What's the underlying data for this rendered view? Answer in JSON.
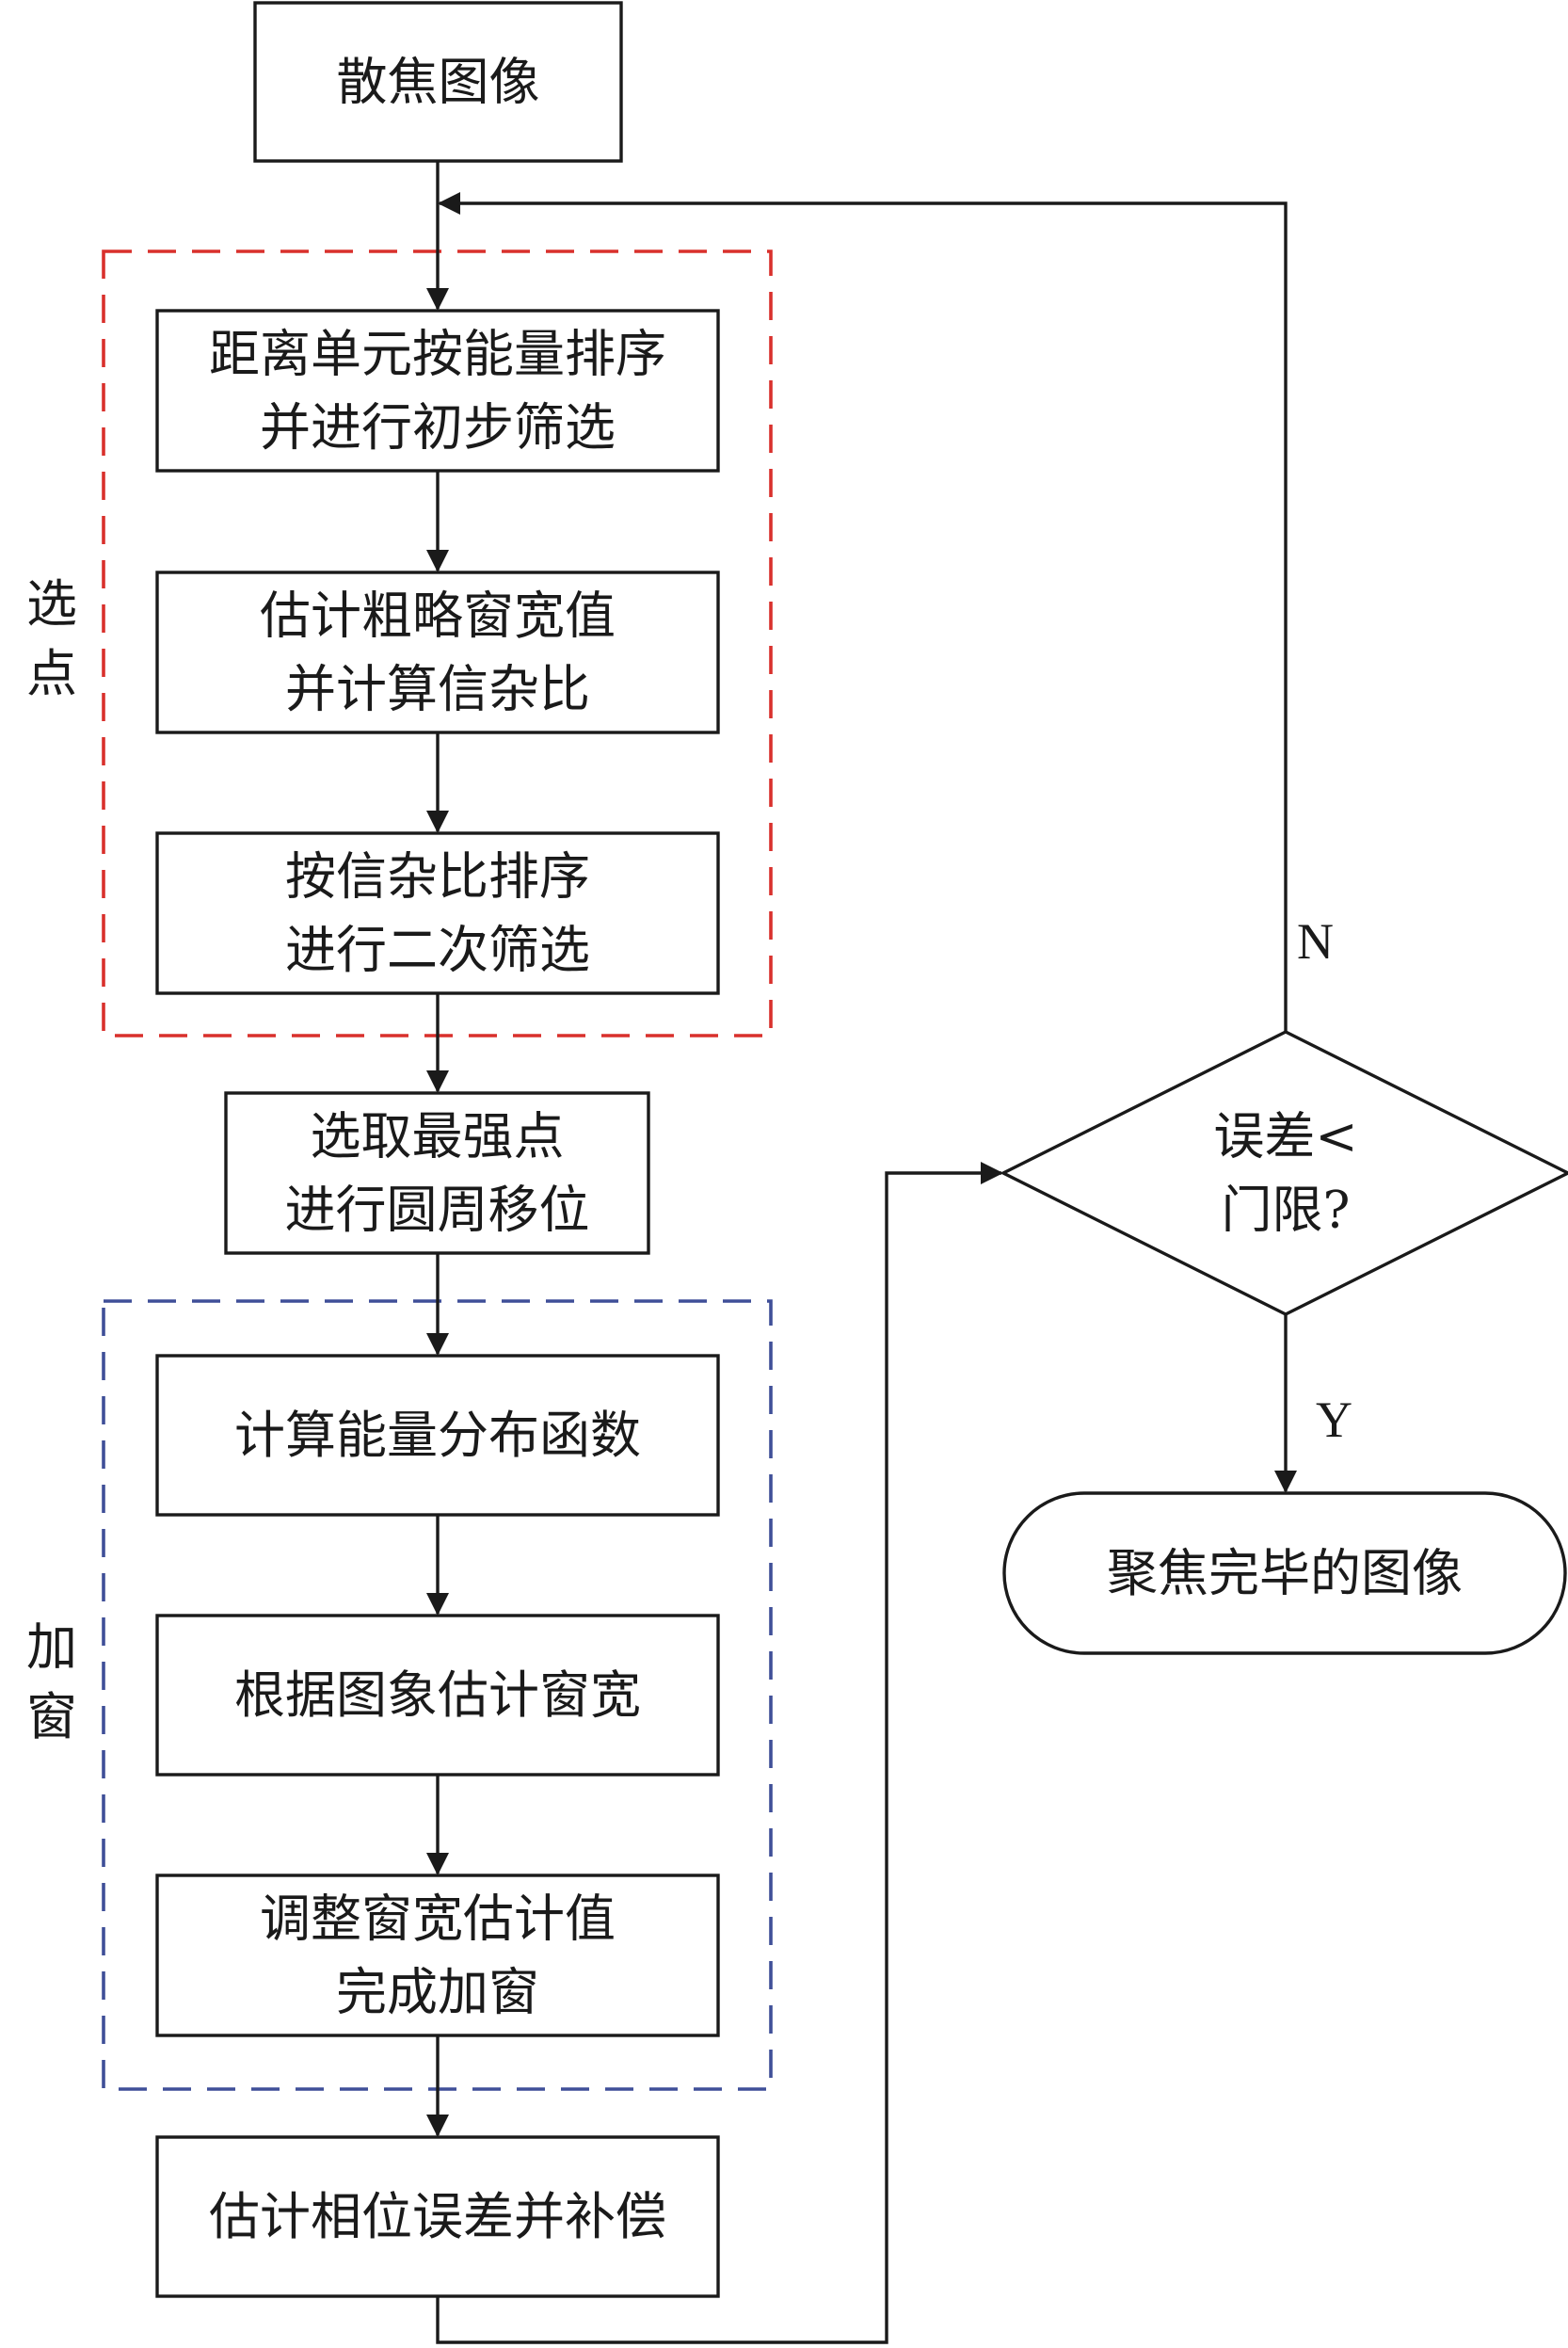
{
  "nodes": [
    {
      "id": "defocused-image",
      "lines": [
        "散焦图像"
      ]
    },
    {
      "id": "sort-and-prefilter",
      "lines": [
        "距离单元按能量排序",
        "并进行初步筛选"
      ]
    },
    {
      "id": "estimate-window-snr",
      "lines": [
        "估计粗略窗宽值",
        "并计算信杂比"
      ]
    },
    {
      "id": "snr-sort-refilter",
      "lines": [
        "按信杂比排序",
        "进行二次筛选"
      ]
    },
    {
      "id": "select-shift",
      "lines": [
        "选取最强点",
        "进行圆周移位"
      ]
    },
    {
      "id": "energy-distribution",
      "lines": [
        "计算能量分布函数"
      ]
    },
    {
      "id": "estimate-window-from-image",
      "lines": [
        "根据图象估计窗宽"
      ]
    },
    {
      "id": "adjust-window",
      "lines": [
        "调整窗宽估计值",
        "完成加窗"
      ]
    },
    {
      "id": "phase-error-compensation",
      "lines": [
        "估计相位误差并补偿"
      ]
    },
    {
      "id": "error-threshold-decision",
      "lines": [
        "误差<",
        "门限?"
      ]
    },
    {
      "id": "focused-image",
      "lines": [
        "聚焦完毕的图像"
      ]
    }
  ],
  "groups": [
    {
      "id": "point-selection",
      "label_lines": [
        "选",
        "点"
      ],
      "color": "#d9302c"
    },
    {
      "id": "windowing",
      "label_lines": [
        "加",
        "窗"
      ],
      "color": "#3f4f98"
    }
  ],
  "branches": {
    "no": "N",
    "yes": "Y"
  },
  "colors": {
    "line": "#1a1a1a",
    "background": "#ffffff"
  }
}
